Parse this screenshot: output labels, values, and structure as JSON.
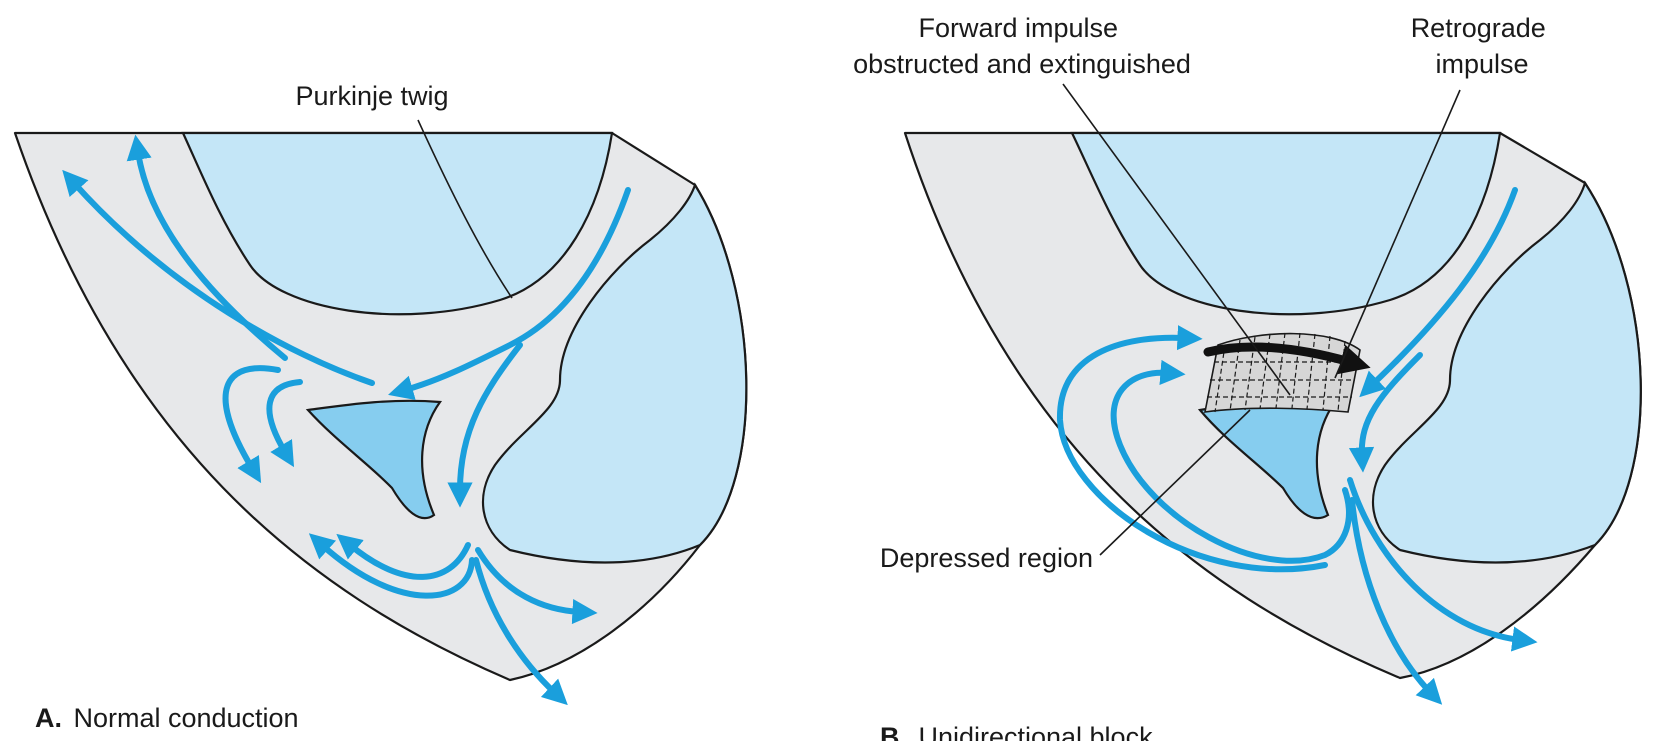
{
  "panels": {
    "a": {
      "letter": "A.",
      "caption": "Normal conduction",
      "label_purkinje": "Purkinje twig"
    },
    "b": {
      "letter": "B.",
      "caption": "Unidirectional block",
      "label_forward_line1": "Forward impulse",
      "label_forward_line2": "obstructed and extinguished",
      "label_retro_line1": "Retrograde",
      "label_retro_line2": "impulse",
      "label_depressed": "Depressed region"
    }
  },
  "colors": {
    "tissue": "#e7e8ea",
    "cavity": "#c4e6f7",
    "core": "#86cdef",
    "impulse_arrow": "#1a9fdc",
    "retrograde_arrow": "#000000"
  }
}
